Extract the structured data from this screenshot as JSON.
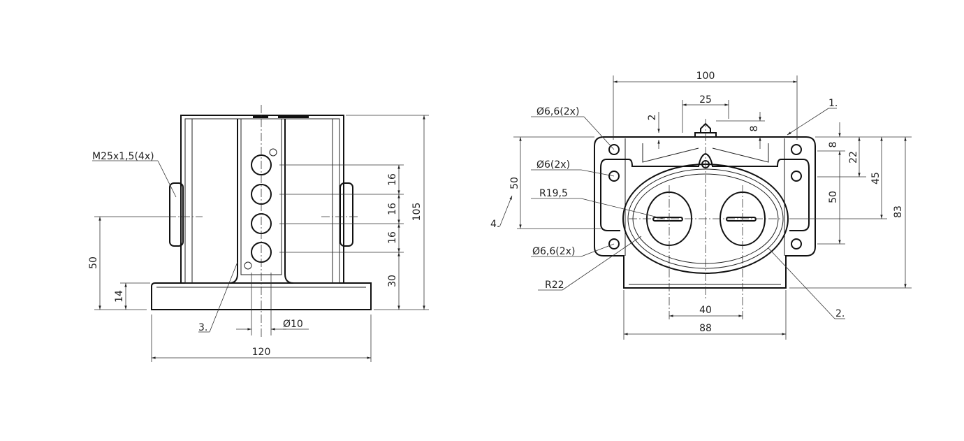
{
  "left_view": {
    "thread_callout": "M25x1,5(4x)",
    "item_3": "3.",
    "dim_height_total": "105",
    "dim_pitch_1": "16",
    "dim_pitch_2": "16",
    "dim_pitch_3": "16",
    "dim_bottom_hole": "30",
    "dim_thread_height": "50",
    "dim_base_height": "14",
    "dim_hole_dia": "Ø10",
    "dim_width": "120"
  },
  "right_view": {
    "dim_width_top": "100",
    "dim_tab_width": "25",
    "dim_tab_offset": "2",
    "dim_tab_height": "8",
    "item_1": "1.",
    "item_2": "2.",
    "item_4": "4.",
    "hole_callout_top": "Ø6,6(2x)",
    "hole_callout_mid": "Ø6(2x)",
    "radius_inner": "R19,5",
    "hole_callout_bottom": "Ø6,6(2x)",
    "radius_outer": "R22",
    "dim_left_50": "50",
    "dim_right_8": "8",
    "dim_right_22": "22",
    "dim_right_45": "45",
    "dim_right_83": "83",
    "dim_right_50": "50",
    "dim_center_spacing": "40",
    "dim_body_width": "88"
  }
}
